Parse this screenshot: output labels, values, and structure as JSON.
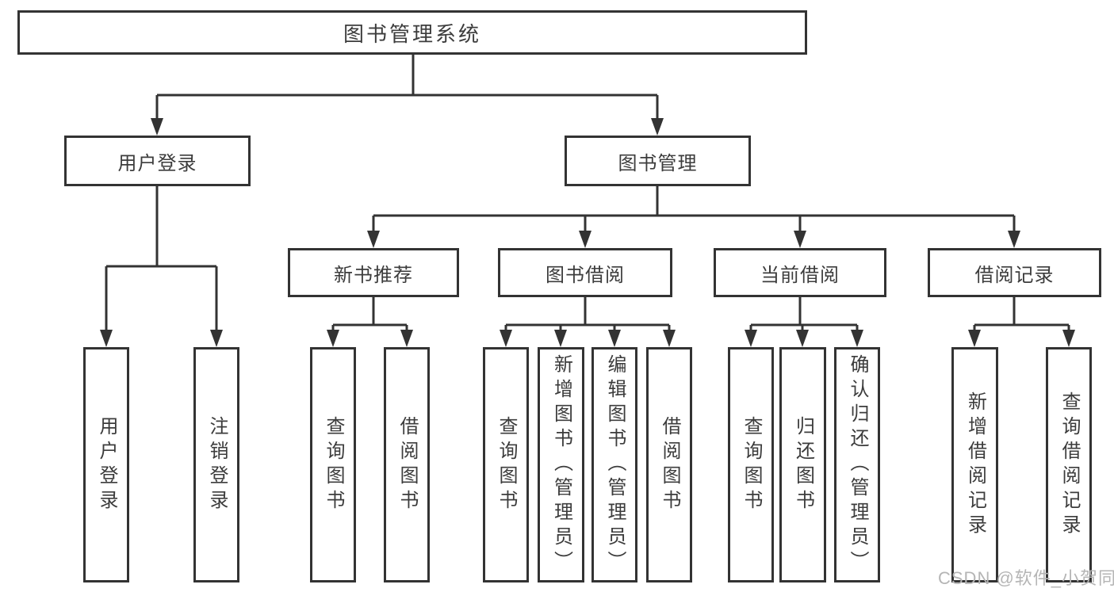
{
  "diagram": {
    "root": {
      "label": "图书管理系统"
    },
    "level2": {
      "user_login": {
        "label": "用户登录"
      },
      "book_management": {
        "label": "图书管理"
      }
    },
    "level3": {
      "new_book_recommend": {
        "label": "新书推荐"
      },
      "book_borrowing": {
        "label": "图书借阅"
      },
      "current_borrowing": {
        "label": "当前借阅"
      },
      "borrowing_records": {
        "label": "借阅记录"
      }
    },
    "leaves": {
      "user_login": {
        "label": "用户登录"
      },
      "logout": {
        "label": "注销登录"
      },
      "query_books_recommend": {
        "label": "查询图书"
      },
      "borrow_books_recommend": {
        "label": "借阅图书"
      },
      "query_books_borrowing": {
        "label": "查询图书"
      },
      "add_books_admin": {
        "label": "新增图书（管理员）"
      },
      "edit_books_admin": {
        "label": "编辑图书（管理员）"
      },
      "borrow_books_borrowing": {
        "label": "借阅图书"
      },
      "query_books_current": {
        "label": "查询图书"
      },
      "return_books": {
        "label": "归还图书"
      },
      "confirm_return_admin": {
        "label": "确认归还（管理员）"
      },
      "add_borrow_record": {
        "label": "新增借阅记录"
      },
      "query_borrow_record": {
        "label": "查询借阅记录"
      }
    },
    "watermark": "CSDN @软件_小贺同学",
    "colors": {
      "line": "#333333",
      "text": "#3c3c3c",
      "watermark": "#b5b5b5"
    }
  }
}
